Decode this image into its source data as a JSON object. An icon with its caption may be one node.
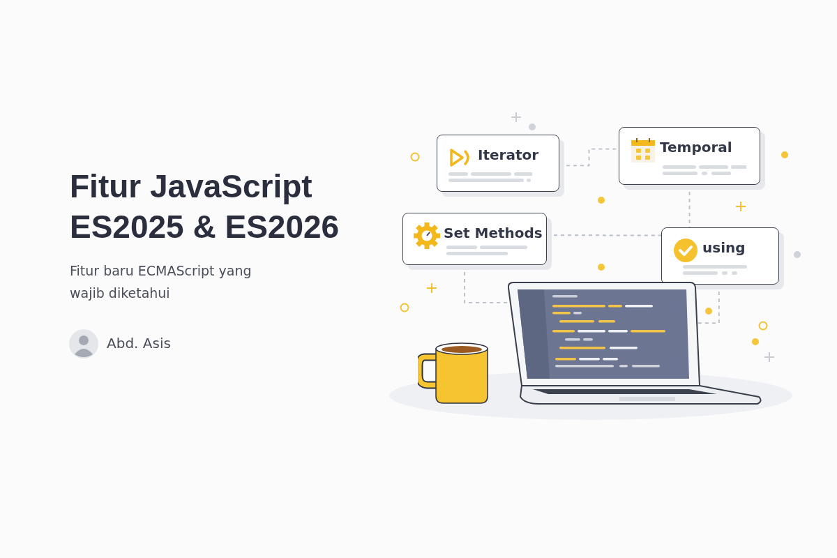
{
  "diagram": {
    "title": "Fitur JavaScript ES2025 & ES2026",
    "nodes": [
      {
        "text": [
          "Iterator"
        ]
      },
      {
        "text": [
          "Temporal"
        ]
      },
      {
        "text": [
          "Set Methods"
        ]
      },
      {
        "text": [
          "using"
        ]
      },
      {
        "text": [],
        "shape": "picture"
      }
    ],
    "edges": [
      {
        "from": 0,
        "to": 1,
        "arrow": "none",
        "style": "dashed"
      },
      {
        "from": 1,
        "to": 3,
        "arrow": "none",
        "style": "dashed"
      },
      {
        "from": 2,
        "to": 3,
        "arrow": "none",
        "style": "dashed"
      },
      {
        "from": 2,
        "to": 4,
        "arrow": "none",
        "style": "dashed"
      },
      {
        "from": 3,
        "to": 4,
        "arrow": "none",
        "style": "dashed"
      }
    ],
    "labels": [
      "Fitur baru ECMAScript yang wajib diketahui",
      "Abd. Asis"
    ]
  }
}
